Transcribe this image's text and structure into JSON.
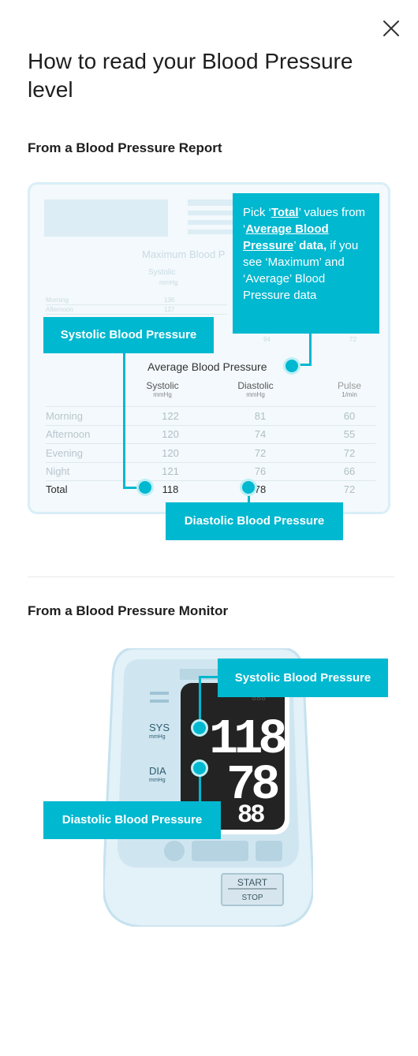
{
  "modal": {
    "title": "How to read your Blood Pressure level",
    "close_icon": "close-icon"
  },
  "report_section": {
    "heading": "From a Blood Pressure Report",
    "faded": {
      "max_title": "Maximum Blood P",
      "systolic": "Systolic",
      "mmhg": "mmHg",
      "morning": "Morning",
      "afternoon": "Afternoon",
      "v1": "136",
      "v2": "127",
      "v3": "94",
      "v4": "72"
    },
    "table": {
      "title": "Average Blood Pressure",
      "headers": [
        {
          "label": "Systolic",
          "unit": "mmHg"
        },
        {
          "label": "Diastolic",
          "unit": "mmHg"
        },
        {
          "label": "Pulse",
          "unit": "1/min"
        }
      ],
      "rows": [
        {
          "label": "Morning",
          "systolic": "122",
          "diastolic": "81",
          "pulse": "60"
        },
        {
          "label": "Afternoon",
          "systolic": "120",
          "diastolic": "74",
          "pulse": "55"
        },
        {
          "label": "Evening",
          "systolic": "120",
          "diastolic": "72",
          "pulse": "72"
        },
        {
          "label": "Night",
          "systolic": "121",
          "diastolic": "76",
          "pulse": "66"
        },
        {
          "label": "Total",
          "systolic": "118",
          "diastolic": "78",
          "pulse": "72"
        }
      ]
    },
    "callouts": {
      "systolic": "Systolic Blood Pressure",
      "diastolic": "Diastolic Blood Pressure",
      "tip_part1": "Pick ‘",
      "tip_total": "Total",
      "tip_part2": "’ values from ‘",
      "tip_avg": "Average Blood Pressure",
      "tip_part3": "’",
      "tip_data": "data,",
      "tip_part4": " if you see ‘Maximum’ and ‘Average’ Blood Pressure data"
    }
  },
  "monitor_section": {
    "heading": "From a Blood Pressure Monitor",
    "sys_label": "SYS",
    "dia_label": "DIA",
    "unit": "mmHg",
    "display_sys": "118",
    "display_dia": "78",
    "display_pulse": "88",
    "start_label": "START",
    "stop_label": "STOP",
    "callouts": {
      "systolic": "Systolic Blood Pressure",
      "diastolic": "Diastolic Blood Pressure"
    }
  },
  "colors": {
    "accent": "#00b8d0",
    "card_bg": "#f3f9fc",
    "card_border": "#d9eef7"
  }
}
